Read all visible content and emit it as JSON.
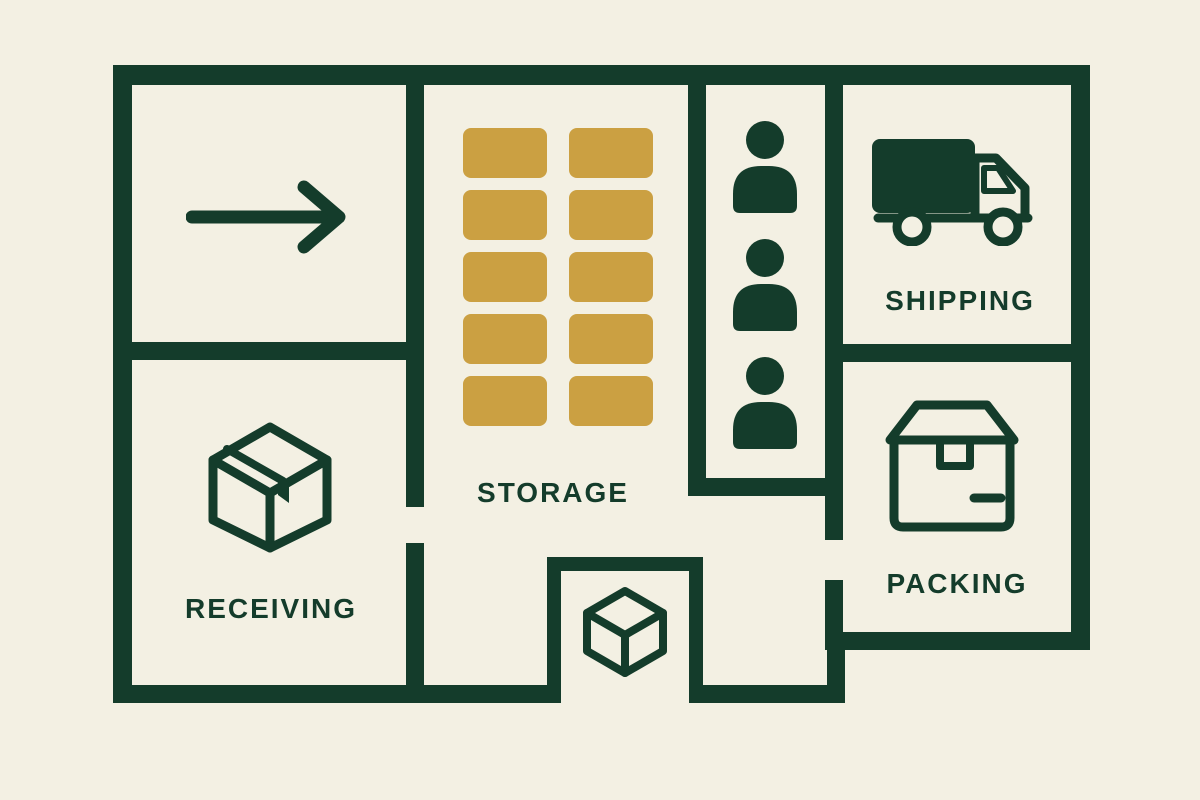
{
  "diagram": {
    "kind": "warehouse-floor-plan"
  },
  "colors": {
    "wall": "#143c2b",
    "shelf": "#cba042",
    "background": "#f3f0e3"
  },
  "rooms": {
    "inbound": {
      "label": "",
      "icon": "arrow-right-icon"
    },
    "receiving": {
      "label": "RECEIVING",
      "icon": "package-icon"
    },
    "storage": {
      "label": "STORAGE",
      "shelf_count": 10,
      "shelf_icon": "shelf-block"
    },
    "corridor": {
      "staff_count": 3,
      "icon": "person-icon"
    },
    "shipping": {
      "label": "SHIPPING",
      "icon": "truck-icon"
    },
    "packing": {
      "label": "PACKING",
      "icon": "box-icon"
    },
    "dock": {
      "icon": "cube-icon"
    }
  }
}
